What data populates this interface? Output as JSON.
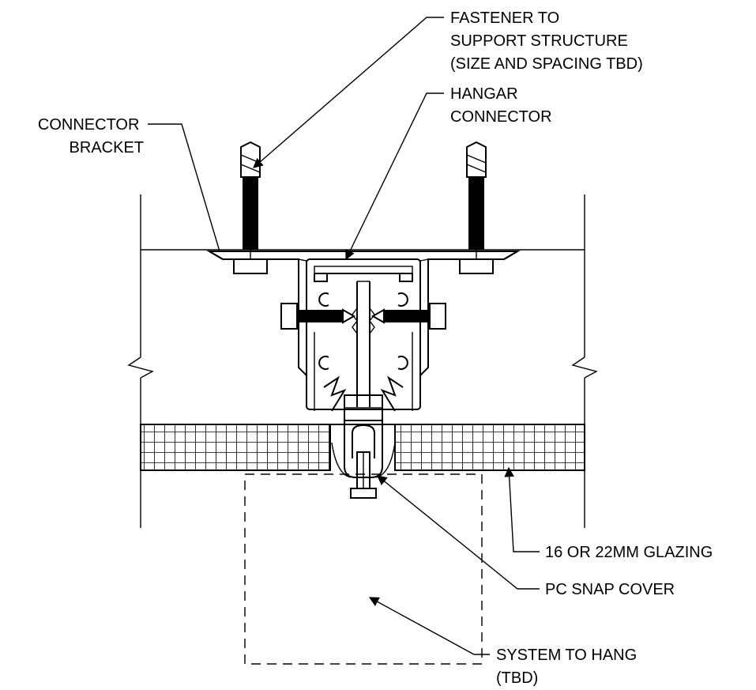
{
  "labels": {
    "fastener": [
      "FASTENER TO",
      "SUPPORT STRUCTURE",
      "(SIZE AND SPACING TBD)"
    ],
    "hangar": [
      "HANGAR",
      "CONNECTOR"
    ],
    "bracket": [
      "CONNECTOR",
      "BRACKET"
    ],
    "glazing": [
      "16 OR 22MM GLAZING"
    ],
    "snap_cover": [
      "PC SNAP COVER"
    ],
    "system": [
      "SYSTEM TO HANG",
      "(TBD)"
    ]
  }
}
